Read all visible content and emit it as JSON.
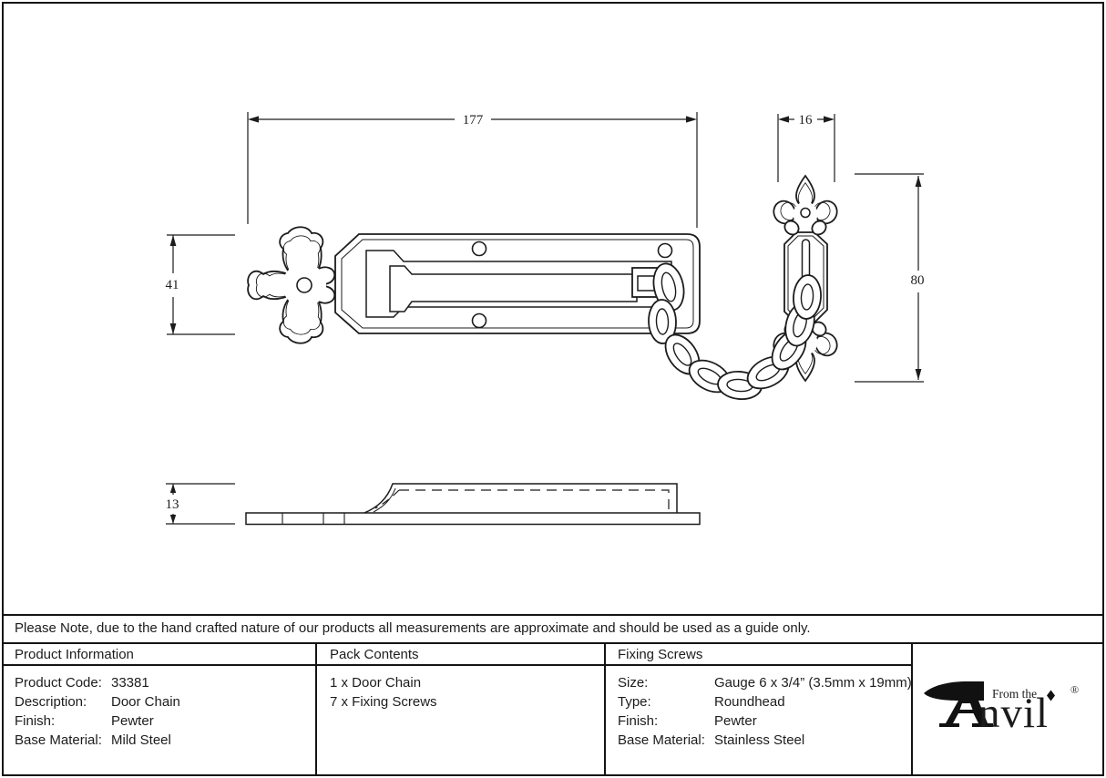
{
  "page": {
    "background": "#ffffff",
    "line_color": "#1c1c1c"
  },
  "drawing": {
    "dimensions": {
      "plate_length": "177",
      "keep_width": "16",
      "plate_height": "41",
      "keep_height": "80",
      "profile_height": "13"
    }
  },
  "note": {
    "text": "Please Note, due to the hand crafted nature of our products all measurements are approximate and should be used as a guide only."
  },
  "table": {
    "product_information": {
      "header": "Product Information",
      "rows": [
        {
          "label": "Product Code:",
          "value": "33381"
        },
        {
          "label": "Description:",
          "value": "Door Chain"
        },
        {
          "label": "Finish:",
          "value": "Pewter"
        },
        {
          "label": "Base Material:",
          "value": "Mild Steel"
        }
      ]
    },
    "pack_contents": {
      "header": "Pack Contents",
      "items": [
        "1 x Door Chain",
        "7 x Fixing Screws"
      ]
    },
    "fixing_screws": {
      "header": "Fixing Screws",
      "rows": [
        {
          "label": "Size:",
          "value": "Gauge 6 x 3/4” (3.5mm x 19mm)"
        },
        {
          "label": "Type:",
          "value": "Roundhead"
        },
        {
          "label": "Finish:",
          "value": "Pewter"
        },
        {
          "label": "Base Material:",
          "value": "Stainless Steel"
        }
      ]
    },
    "logo": {
      "from_the": "From the",
      "name_rest": "nvil",
      "registered": "®"
    }
  }
}
